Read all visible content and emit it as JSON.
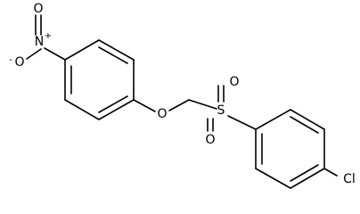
{
  "molecule": {
    "atoms": {
      "nitro_o_minus": "O",
      "nitro_o_minus_charge": "-",
      "nitro_n": "N",
      "nitro_n_charge": "+",
      "nitro_o_double": "O",
      "ether_o": "O",
      "sulfonyl_s": "S",
      "sulfonyl_o_top": "O",
      "sulfonyl_o_bottom": "O",
      "chlorine": "Cl"
    }
  }
}
